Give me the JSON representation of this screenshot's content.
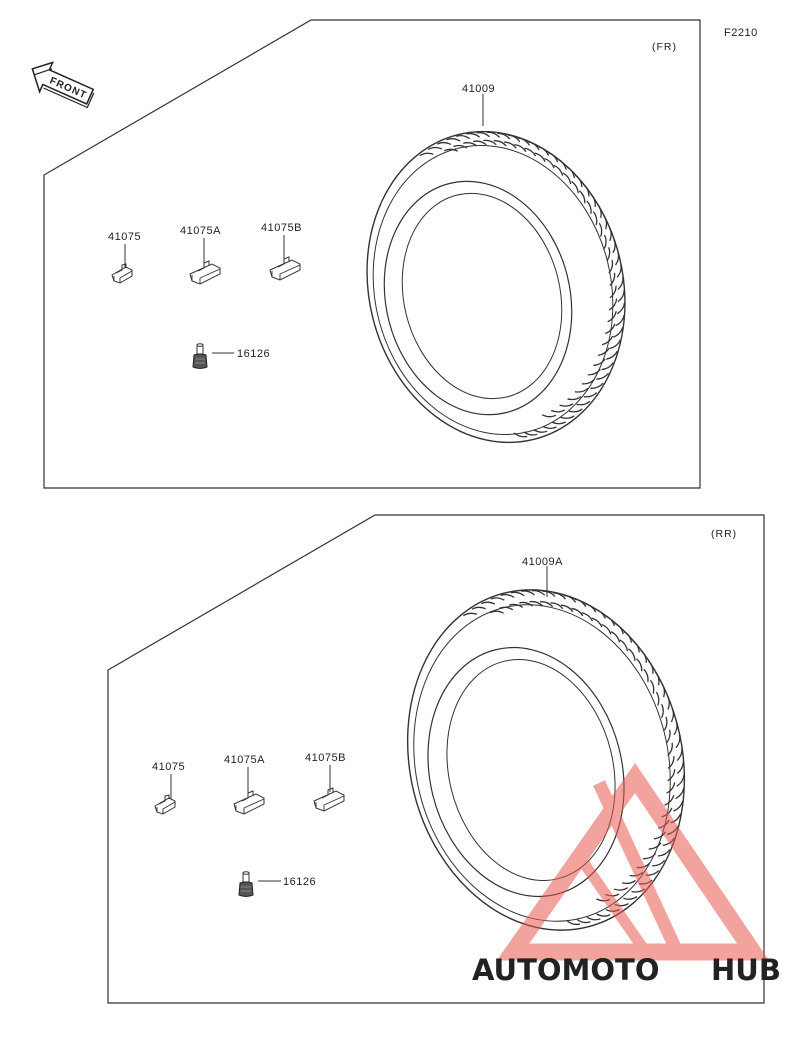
{
  "figure_code": "F2210",
  "front_arrow": {
    "label": "FRONT",
    "icon": "front-arrow-icon"
  },
  "front_panel": {
    "tag": "(FR)",
    "tire_part": "41009",
    "parts": [
      "41075",
      "41075A",
      "41075B",
      "16126"
    ]
  },
  "rear_panel": {
    "tag": "(RR)",
    "tire_part": "41009A",
    "parts": [
      "41075",
      "41075A",
      "41075B",
      "16126"
    ]
  },
  "watermark": {
    "icon": "warning-triangle-logo",
    "part1": "AUTOMOTO",
    "part2": "HUB",
    "colors": {
      "triangle": "#e8584f",
      "orange": "#f7a823",
      "gray": "#808080"
    }
  }
}
